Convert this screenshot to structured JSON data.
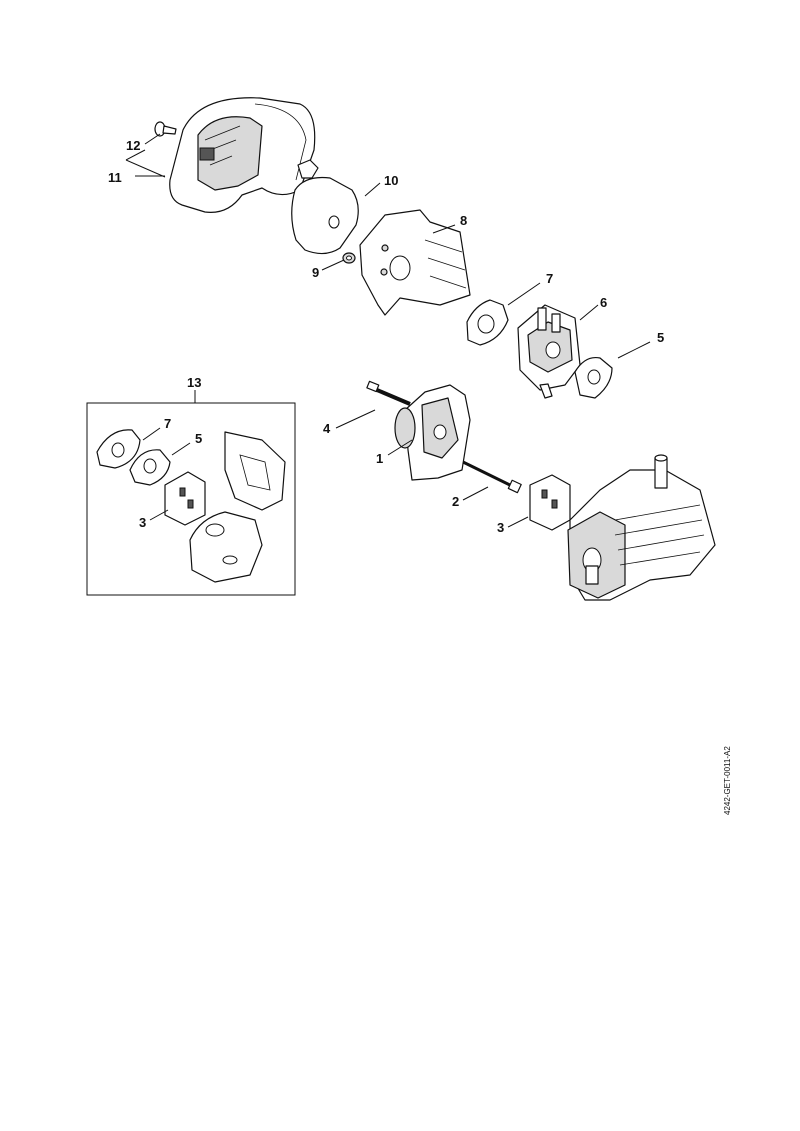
{
  "drawing_code": "4242-GET-0011-A2",
  "callouts": {
    "c1": "1",
    "c2": "2",
    "c3a": "3",
    "c3b": "3",
    "c4": "4",
    "c5a": "5",
    "c5b": "5",
    "c6": "6",
    "c7a": "7",
    "c7b": "7",
    "c8": "8",
    "c9": "9",
    "c10": "10",
    "c11": "11",
    "c12": "12",
    "c13": "13"
  }
}
